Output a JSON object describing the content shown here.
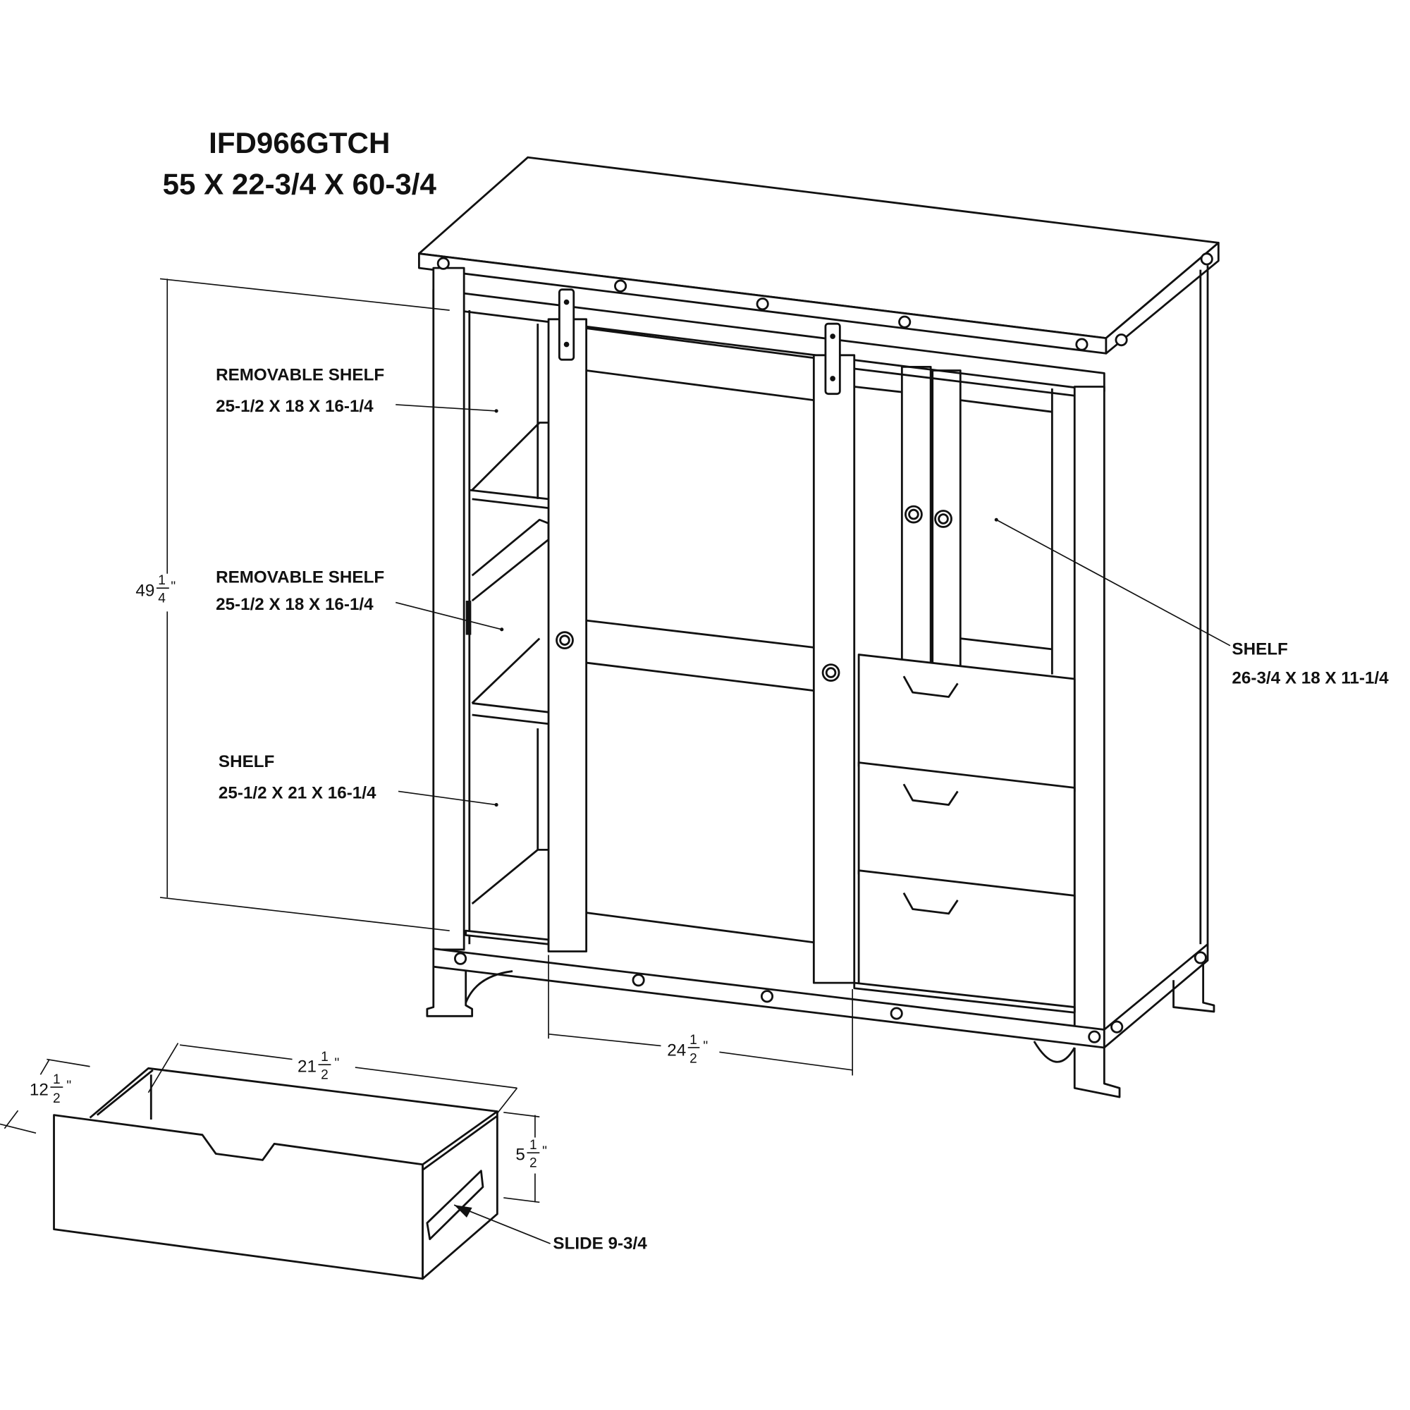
{
  "title": {
    "model": "IFD966GTCH",
    "dimensions": "55 X 22-3/4 X 60-3/4"
  },
  "labels": [
    {
      "name": "REMOVABLE SHELF",
      "size": "25-1/2 X 18 X 16-1/4"
    },
    {
      "name": "REMOVABLE SHELF",
      "size": "25-1/2 X 18 X 16-1/4"
    },
    {
      "name": "SHELF",
      "size": "25-1/2 X 21 X 16-1/4"
    },
    {
      "name": "SHELF",
      "size": "26-3/4 X 18 X 11-1/4"
    }
  ],
  "slide_label": "SLIDE 9-3/4",
  "dims": {
    "height": {
      "whole": "49",
      "num": "1",
      "den": "4",
      "unit": "\""
    },
    "door": {
      "whole": "24",
      "num": "1",
      "den": "2",
      "unit": "\""
    },
    "drawer_width": {
      "whole": "21",
      "num": "1",
      "den": "2",
      "unit": "\""
    },
    "drawer_depth": {
      "whole": "12",
      "num": "1",
      "den": "2",
      "unit": "\""
    },
    "drawer_height": {
      "whole": "5",
      "num": "1",
      "den": "2",
      "unit": "\""
    }
  }
}
